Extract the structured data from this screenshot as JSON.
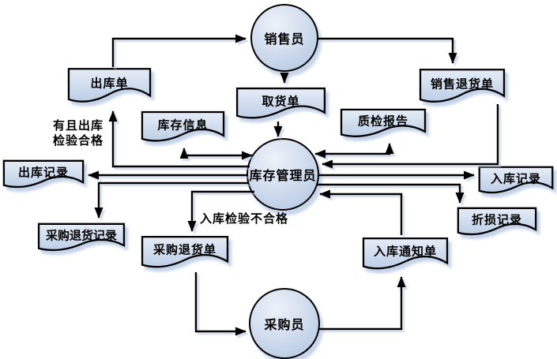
{
  "diagram_title": "",
  "nodes": {
    "sales": "销售员",
    "manager": "库存管理员",
    "purchaser": "采购员",
    "outbound_order": "出库单",
    "pickup_order": "取货单",
    "inventory_info": "库存信息",
    "qc_report": "质检报告",
    "sales_return_order": "销售退货单",
    "outbound_record": "出库记录",
    "inbound_record": "入库记录",
    "damage_record": "折损记录",
    "purchase_return_record": "采购退货记录",
    "purchase_return_order": "采购退货单",
    "inbound_notice": "入库通知单"
  },
  "labels": {
    "outbound_ok_line1": "有且出库",
    "outbound_ok_line2": "检验合格",
    "inbound_fail": "入库检验不合格"
  },
  "edges": [
    {
      "from": "outbound_order",
      "to": "sales"
    },
    {
      "from": "sales",
      "to": "pickup_order"
    },
    {
      "from": "pickup_order",
      "to": "manager"
    },
    {
      "from": "sales",
      "to": "sales_return_order"
    },
    {
      "from": "manager",
      "to": "outbound_order",
      "label_key": "outbound_ok"
    },
    {
      "from": "manager",
      "to": "inventory_info",
      "bidirectional": true
    },
    {
      "from": "manager",
      "to": "outbound_record"
    },
    {
      "from": "manager",
      "to": "purchase_return_record"
    },
    {
      "from": "manager",
      "to": "purchase_return_order",
      "label_key": "inbound_fail"
    },
    {
      "from": "manager",
      "to": "qc_report",
      "bidirectional": true
    },
    {
      "from": "sales_return_order",
      "to": "manager"
    },
    {
      "from": "manager",
      "to": "inbound_record"
    },
    {
      "from": "manager",
      "to": "damage_record"
    },
    {
      "from": "inbound_notice",
      "to": "manager"
    },
    {
      "from": "purchase_return_order",
      "to": "purchaser"
    },
    {
      "from": "purchaser",
      "to": "inbound_notice"
    }
  ],
  "colors": {
    "shape_fill_top": "#e2e9f4",
    "shape_fill_bottom": "#bfd0e8",
    "shape_border": "#000000",
    "connector": "#000000",
    "shadow": "#b8c9e2",
    "background": "#ffffff"
  }
}
